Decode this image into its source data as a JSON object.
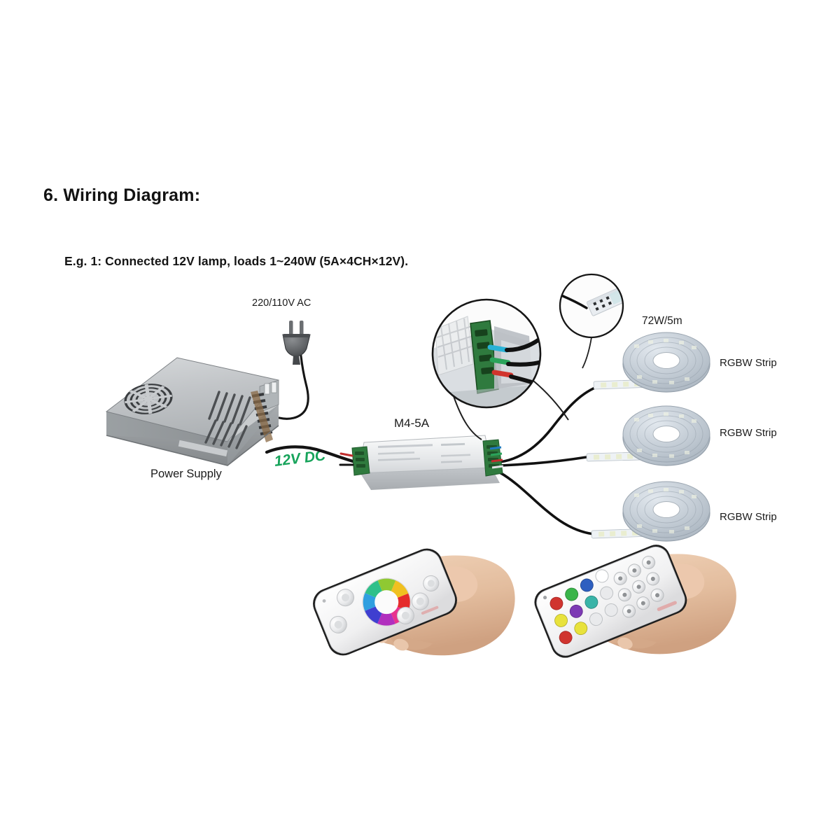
{
  "document": {
    "section_number": "6.",
    "section_title": "6. Wiring Diagram:",
    "example_text": "E.g. 1: Connected 12V lamp, loads 1~240W (5A×4CH×12V)."
  },
  "labels": {
    "ac_input": "220/110V AC",
    "power_supply": "Power Supply",
    "dc_output": "12V DC",
    "controller": "M4-5A",
    "strip_power": "72W/5m",
    "strip_1": "RGBW Strip",
    "strip_2": "RGBW Strip",
    "strip_3": "RGBW Strip"
  },
  "colors": {
    "dc_label": "#16a35a",
    "text": "#1a1a1a",
    "background": "#ffffff",
    "wire": "#111111",
    "psu_body": "#b9bcbe",
    "psu_top": "#c9ccce",
    "psu_side": "#8f9294",
    "controller_body": "#e9eaec",
    "terminal_green": "#2f7a3e",
    "reel_body": "#c3cbd4",
    "remote_body": "#f4f4f4",
    "hand_skin": "#e8c3a6"
  },
  "components": [
    {
      "id": "power-supply",
      "type": "switching-power-supply",
      "label": "Power Supply"
    },
    {
      "id": "ac-plug",
      "type": "two-pin-ac-plug",
      "label": "220/110V AC"
    },
    {
      "id": "controller",
      "type": "led-controller",
      "label": "M4-5A"
    },
    {
      "id": "led-strip-reel-1",
      "type": "rgbw-led-strip-reel",
      "label": "RGBW Strip"
    },
    {
      "id": "led-strip-reel-2",
      "type": "rgbw-led-strip-reel",
      "label": "RGBW Strip"
    },
    {
      "id": "led-strip-reel-3",
      "type": "rgbw-led-strip-reel",
      "label": "RGBW Strip"
    },
    {
      "id": "remote-touch",
      "type": "rf-touch-color-wheel-remote",
      "label": ""
    },
    {
      "id": "remote-keypad",
      "type": "rf-keypad-remote",
      "label": ""
    }
  ],
  "callouts": [
    {
      "id": "callout-terminal-block",
      "describes": "controller output terminal wiring close-up"
    },
    {
      "id": "callout-strip-end",
      "describes": "led strip solder pad connection close-up"
    }
  ]
}
